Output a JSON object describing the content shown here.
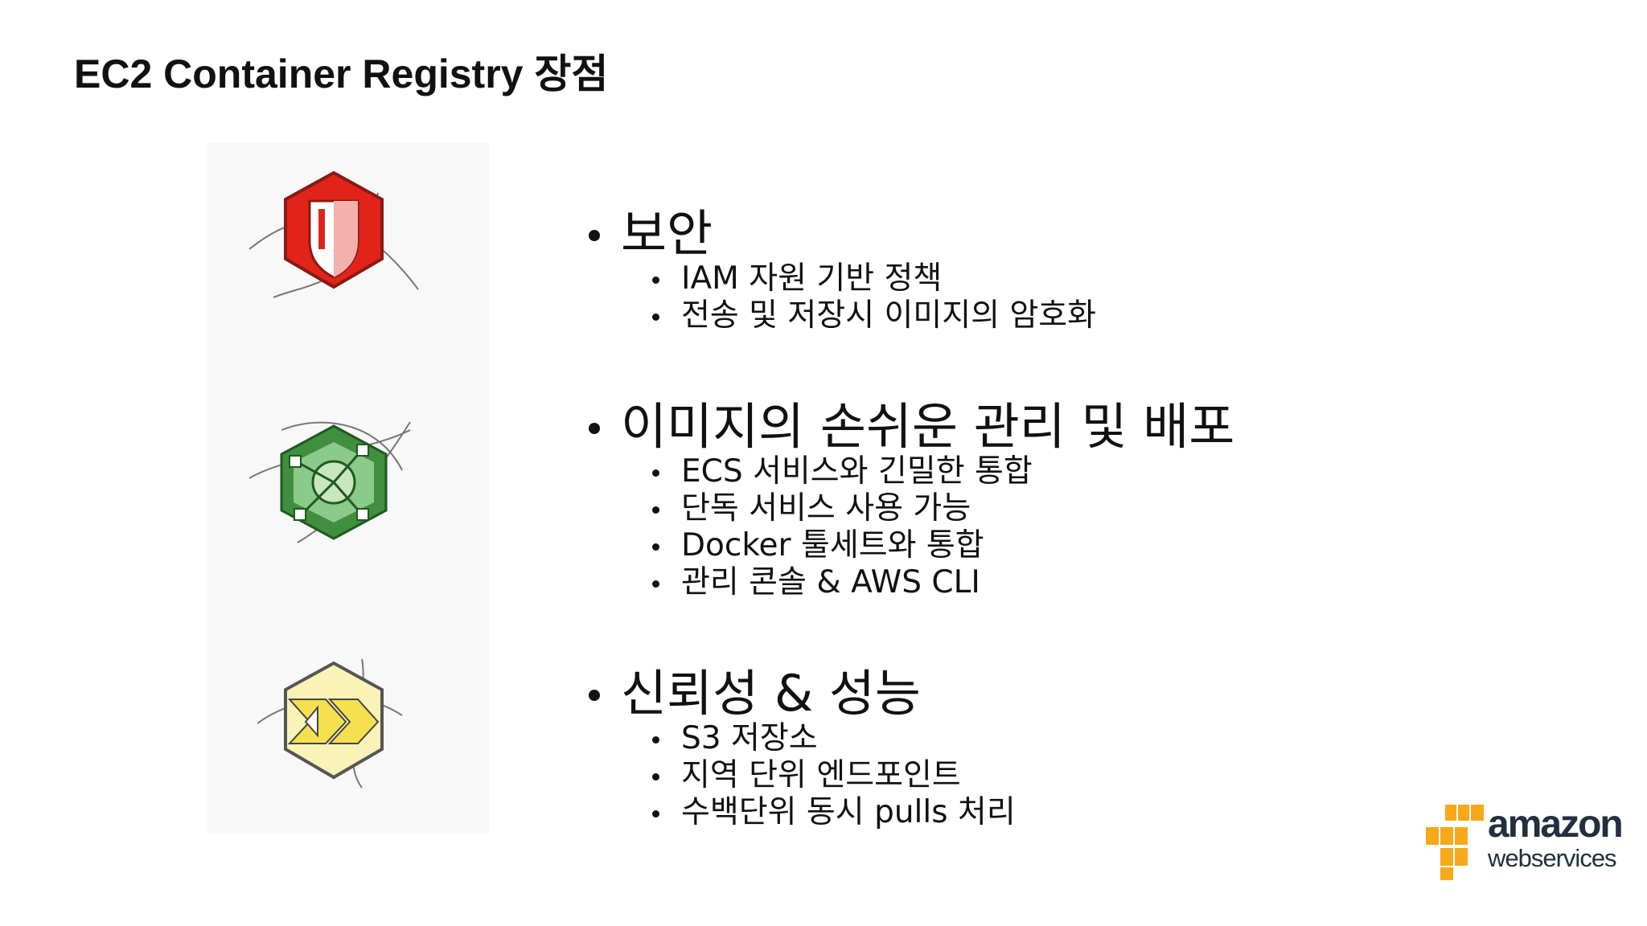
{
  "title": "EC2 Container Registry 장점",
  "sections": [
    {
      "heading": "보안",
      "icon": "security-shield-hexagon-icon",
      "items": [
        "IAM 자원 기반 정책",
        "전송 및 저장시 이미지의 암호화"
      ]
    },
    {
      "heading": "이미지의 손쉬운 관리 및 배포",
      "icon": "management-network-hexagon-icon",
      "items": [
        "ECS 서비스와 긴밀한 통합",
        "단독 서비스 사용 가능",
        "Docker 툴세트와 통합",
        "관리 콘솔 & AWS CLI"
      ]
    },
    {
      "heading": "신뢰성 & 성능",
      "icon": "performance-arrows-hexagon-icon",
      "items": [
        "S3 저장소",
        "지역 단위 엔드포인트",
        "수백단위 동시 pulls 처리"
      ]
    }
  ],
  "logo": {
    "line1": "amazon",
    "line2": "webservices",
    "brand_color": "#f7a81b"
  },
  "colors": {
    "security": "#e2231a",
    "management": "#3f8f3f",
    "performance": "#f5e050"
  }
}
